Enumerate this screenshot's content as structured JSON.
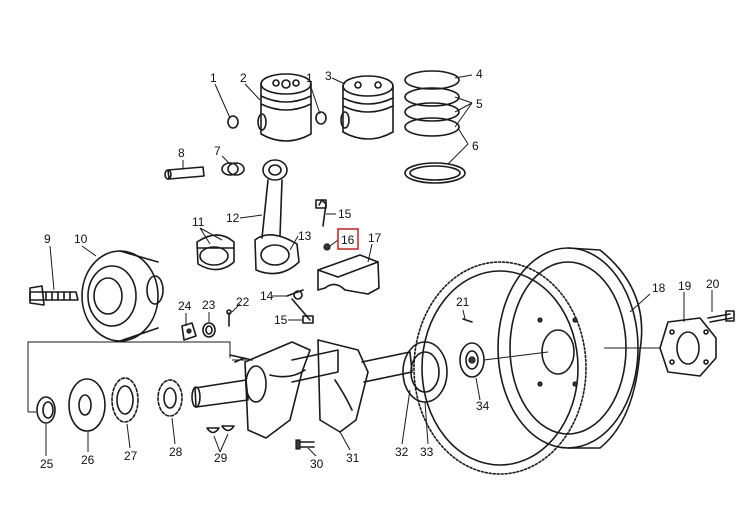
{
  "colors": {
    "ink": "#1a1a1a",
    "highlight": "#d42a2a",
    "paper": "#ffffff"
  },
  "callouts": {
    "c1a": "1",
    "c2": "2",
    "c1b": "1",
    "c3": "3",
    "c4": "4",
    "c5": "5",
    "c6": "6",
    "c8": "8",
    "c7": "7",
    "c12": "12",
    "c11": "11",
    "c13": "13",
    "c15a": "15",
    "c16": "16",
    "c17": "17",
    "c14": "14",
    "c15b": "15",
    "c9": "9",
    "c10": "10",
    "c24": "24",
    "c23": "23",
    "c22": "22",
    "c21": "21",
    "c18": "18",
    "c19": "19",
    "c20": "20",
    "c34": "34",
    "c25": "25",
    "c26": "26",
    "c27": "27",
    "c28": "28",
    "c29": "29",
    "c30": "30",
    "c31": "31",
    "c32": "32",
    "c33": "33"
  },
  "highlighted_callout": "16"
}
